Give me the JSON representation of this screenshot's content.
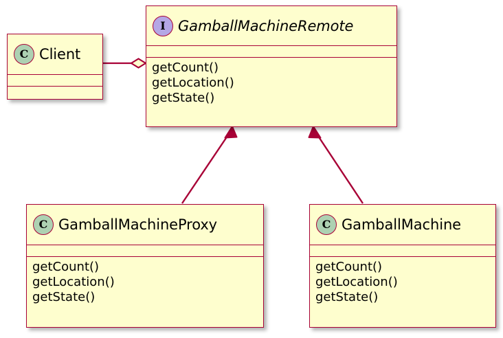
{
  "diagram": {
    "kind": "uml-class-diagram",
    "background_color": "#FFFFFF",
    "node_fill": "#FEFECE",
    "node_border": "#A80036",
    "line_color": "#A80036",
    "text_color": "#000000",
    "class_icon_fill": "#ADD1B2",
    "interface_icon_fill": "#B4A7E5",
    "class_icon_letter": "C",
    "interface_icon_letter": "I"
  },
  "nodes": {
    "client": {
      "name": "Client",
      "stereotype": "class",
      "icon_letter": "C",
      "attributes": [],
      "methods": []
    },
    "remote": {
      "name": "GamballMachineRemote",
      "stereotype": "interface",
      "icon_letter": "I",
      "attributes": [],
      "methods": [
        "getCount()",
        "getLocation()",
        "getState()"
      ]
    },
    "proxy": {
      "name": "GamballMachineProxy",
      "stereotype": "class",
      "icon_letter": "C",
      "attributes": [],
      "methods": [
        "getCount()",
        "getLocation()",
        "getState()"
      ]
    },
    "machine": {
      "name": "GamballMachine",
      "stereotype": "class",
      "icon_letter": "C",
      "attributes": [],
      "methods": [
        "getCount()",
        "getLocation()",
        "getState()"
      ]
    }
  },
  "edges": [
    {
      "id": "client-remote",
      "type": "aggregation",
      "from": "client",
      "to": "remote",
      "decoration": "hollow-diamond",
      "label": ""
    },
    {
      "id": "proxy-remote",
      "type": "generalization",
      "from": "proxy",
      "to": "remote",
      "decoration": "solid-arrow",
      "label": ""
    },
    {
      "id": "machine-remote",
      "type": "generalization",
      "from": "machine",
      "to": "remote",
      "decoration": "solid-arrow",
      "label": ""
    }
  ]
}
